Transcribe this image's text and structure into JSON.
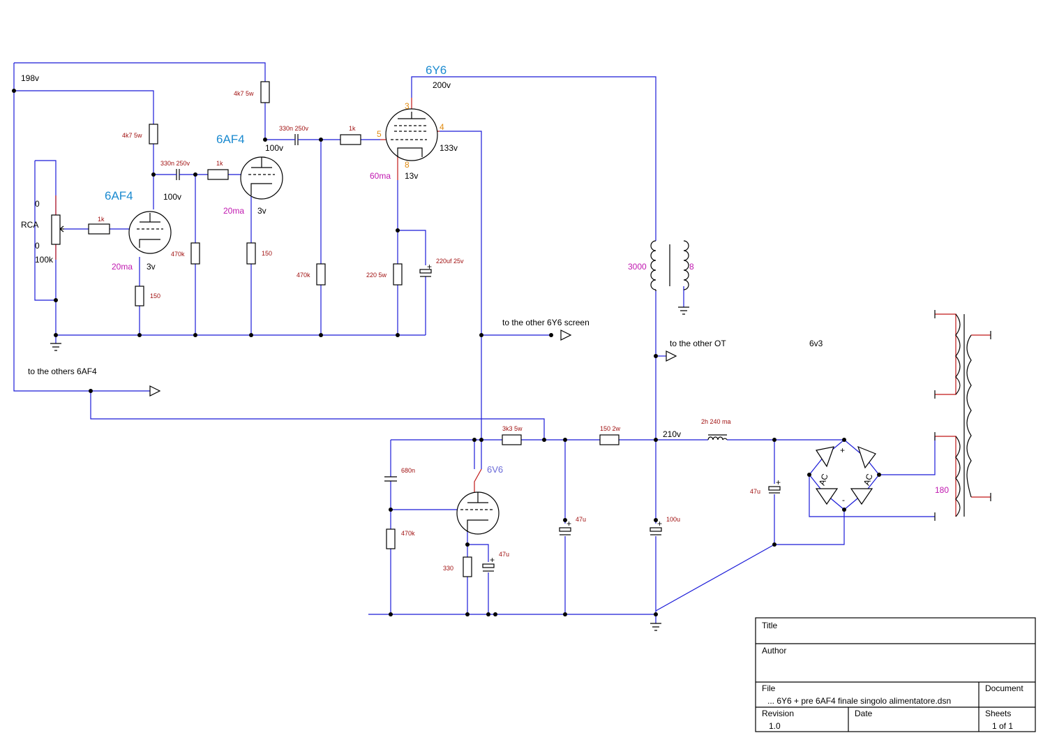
{
  "tubes": {
    "v1_name": "6AF4",
    "v2_name": "6AF4",
    "v3_name": "6Y6",
    "v4_name": "6V6"
  },
  "voltages": {
    "rail_198": "198v",
    "v1_plate": "100v",
    "v1_cathode": "3v",
    "v1_current": "20ma",
    "v2_plate": "100v",
    "v2_cathode": "3v",
    "v2_current": "20ma",
    "v3_plate": "200v",
    "v3_screen": "133v",
    "v3_cathode": "13v",
    "v3_current": "60ma",
    "supply_210": "210v",
    "heater": "6v3"
  },
  "pins": {
    "p3": "3",
    "p4": "4",
    "p5": "5",
    "p8": "8"
  },
  "components": {
    "r_4k7_v1": "4k7 5w",
    "r_4k7_v2": "4k7 5w",
    "c_330n_1": "330n 250v",
    "c_330n_2": "330n 250v",
    "r_1k_in": "1k",
    "r_1k_v2": "1k",
    "r_1k_v3": "1k",
    "r_150_v1": "150",
    "r_150_v2": "150",
    "r_470k_1": "470k",
    "r_470k_2": "470k",
    "r_220": "220 5w",
    "c_220u": "220uf 25v",
    "r_3k3": "3k3 5w",
    "r_150_2w": "150 2w",
    "l_choke": "2h 240 ma",
    "c_680n": "680n",
    "r_470k_3": "470k",
    "r_330": "330",
    "c_47u_a": "47u",
    "c_47u_b": "47u",
    "c_100u": "100u",
    "c_47u_c": "47u",
    "ot_primary": "3000",
    "ot_secondary": "8",
    "pt_secondary": "180"
  },
  "labels": {
    "rca": "RCA",
    "pot_top": "0",
    "pot_mid": "0",
    "pot_val": "100k",
    "to_others_6af4": "to the others 6AF4",
    "to_other_screen": "to the other 6Y6 screen",
    "to_other_ot": "to the other OT",
    "ac1": "AC",
    "ac2": "AC",
    "plus": "+",
    "minus": "-"
  },
  "title_block": {
    "title_label": "Title",
    "author_label": "Author",
    "file_label": "File",
    "file_value": "... 6Y6 + pre 6AF4 finale singolo alimentatore.dsn",
    "document_label": "Document",
    "revision_label": "Revision",
    "revision_value": "1.0",
    "date_label": "Date",
    "sheets_label": "Sheets",
    "sheets_value": "1 of 1"
  }
}
